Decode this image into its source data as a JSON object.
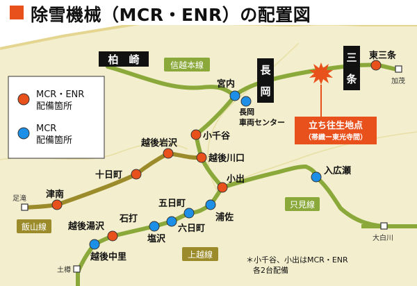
{
  "title": "除雪機械（MCR・ENR）の配置図",
  "colors": {
    "mcr_enr": "#e8501c",
    "mcr": "#1e8fe6",
    "line_green": "#8aa93a",
    "line_olive": "#9b8b2a",
    "land": "#f3eecd",
    "coast": "#e4d690",
    "accent": "#e8501c"
  },
  "legend": {
    "mcr_enr": [
      "MCR・ENR",
      "配備箇所"
    ],
    "mcr": [
      "MCR",
      "配備箇所"
    ]
  },
  "city_labels": {
    "kashiwazaki": "柏　崎",
    "nagaoka": [
      "長",
      "岡"
    ],
    "sanjo": [
      "三",
      "条"
    ]
  },
  "line_names": {
    "shinetsu": "信越本線",
    "joetsu": "上越線",
    "iiyama": "飯山線",
    "tadami": "只見線"
  },
  "callout": {
    "line1": "立ち往生地点",
    "line2": "（帯織ー東光寺間）"
  },
  "stations": {
    "higashisanjo": "東三条",
    "kamo": "加茂",
    "miyauchi": "宮内",
    "nagaoka_depot": [
      "長岡",
      "車両センター"
    ],
    "ojiya": "小千谷",
    "echigoiwasawa": "越後岩沢",
    "echigokawaguchi": "越後川口",
    "tokamachi": "十日町",
    "oide": "小出",
    "iriirose": "入広瀬",
    "ashizaki": "足滝",
    "tsunan": "津南",
    "itsukamachi": "五日町",
    "ishiuchi": "石打",
    "urasa": "浦佐",
    "muikamachi": "六日町",
    "echigoyuzawa": "越後湯沢",
    "shiozawa": "塩沢",
    "echigonakazato": "越後中里",
    "tsuchitaru": "土樽",
    "oshirakawa": "大白川"
  },
  "note": [
    "＊小千谷、小出はMCR・ENR",
    "各2台配備"
  ]
}
